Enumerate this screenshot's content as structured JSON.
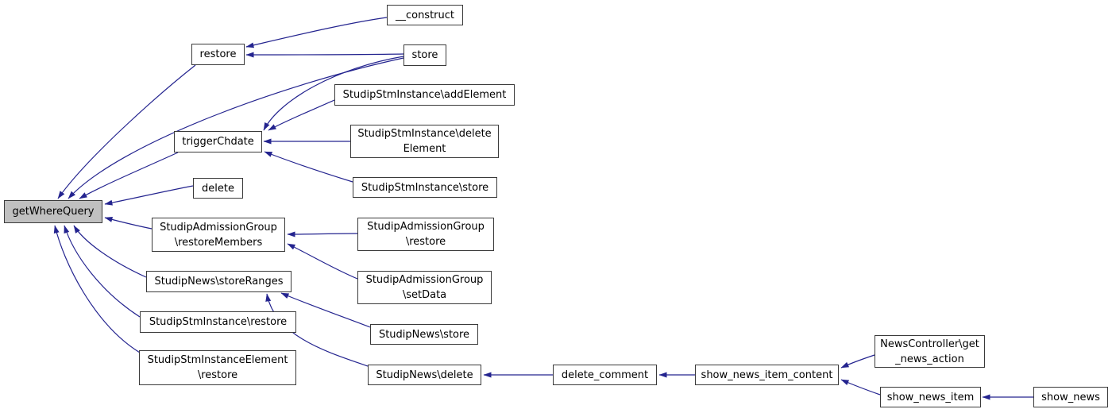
{
  "diagram": {
    "type": "call-graph",
    "main_node": "getWhereQuery",
    "nodes": {
      "construct": {
        "label": "__construct"
      },
      "restore": {
        "label": "restore"
      },
      "store": {
        "label": "store"
      },
      "addElement": {
        "label": "StudipStmInstance\\addElement"
      },
      "triggerChdate": {
        "label": "triggerChdate"
      },
      "deleteElement": {
        "label": "StudipStmInstance\\delete\nElement"
      },
      "stmStore": {
        "label": "StudipStmInstance\\store"
      },
      "delete": {
        "label": "delete"
      },
      "getWhereQuery": {
        "label": "getWhereQuery"
      },
      "restoreMembers": {
        "label": "StudipAdmissionGroup\n\\restoreMembers"
      },
      "sagRestore": {
        "label": "StudipAdmissionGroup\n\\restore"
      },
      "storeRanges": {
        "label": "StudipNews\\storeRanges"
      },
      "setData": {
        "label": "StudipAdmissionGroup\n\\setData"
      },
      "stmRestore": {
        "label": "StudipStmInstance\\restore"
      },
      "newsStore": {
        "label": "StudipNews\\store"
      },
      "stmElemRestore": {
        "label": "StudipStmInstanceElement\n\\restore"
      },
      "newsDelete": {
        "label": "StudipNews\\delete"
      },
      "deleteComment": {
        "label": "delete_comment"
      },
      "showNewsItemContent": {
        "label": "show_news_item_content"
      },
      "getNewsAction": {
        "label": "NewsController\\get\n_news_action"
      },
      "showNewsItem": {
        "label": "show_news_item"
      },
      "showNews": {
        "label": "show_news"
      }
    },
    "edges": [
      {
        "from": "construct",
        "to": "restore"
      },
      {
        "from": "store",
        "to": "restore"
      },
      {
        "from": "store",
        "to": "getWhereQuery"
      },
      {
        "from": "store",
        "to": "triggerChdate"
      },
      {
        "from": "addElement",
        "to": "triggerChdate"
      },
      {
        "from": "deleteElement",
        "to": "triggerChdate"
      },
      {
        "from": "stmStore",
        "to": "triggerChdate"
      },
      {
        "from": "restore",
        "to": "getWhereQuery"
      },
      {
        "from": "triggerChdate",
        "to": "getWhereQuery"
      },
      {
        "from": "delete",
        "to": "getWhereQuery"
      },
      {
        "from": "restoreMembers",
        "to": "getWhereQuery"
      },
      {
        "from": "storeRanges",
        "to": "getWhereQuery"
      },
      {
        "from": "stmRestore",
        "to": "getWhereQuery"
      },
      {
        "from": "stmElemRestore",
        "to": "getWhereQuery"
      },
      {
        "from": "sagRestore",
        "to": "restoreMembers"
      },
      {
        "from": "setData",
        "to": "restoreMembers"
      },
      {
        "from": "newsStore",
        "to": "storeRanges"
      },
      {
        "from": "newsDelete",
        "to": "storeRanges"
      },
      {
        "from": "deleteComment",
        "to": "newsDelete"
      },
      {
        "from": "showNewsItemContent",
        "to": "deleteComment"
      },
      {
        "from": "getNewsAction",
        "to": "showNewsItemContent"
      },
      {
        "from": "showNewsItem",
        "to": "showNewsItemContent"
      },
      {
        "from": "showNews",
        "to": "showNewsItem"
      }
    ]
  },
  "colors": {
    "edge": "#24248f",
    "node_border": "#3a3a3a",
    "node_fill": "#ffffff",
    "main_node_fill": "#c0c0c0"
  }
}
